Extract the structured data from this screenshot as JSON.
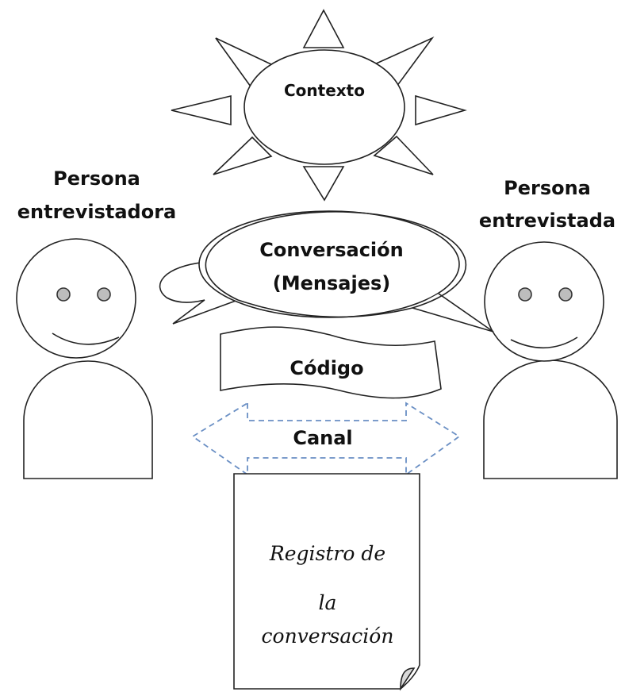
{
  "labels": {
    "context": "Contexto",
    "interviewer": [
      "Persona",
      "entrevistadora"
    ],
    "interviewee": [
      "Persona",
      "entrevistada"
    ],
    "conversation": [
      "Conversación",
      "(Mensajes)"
    ],
    "code": "Código",
    "channel": "Canal",
    "record": [
      "Registro de",
      "la",
      "conversación"
    ]
  },
  "colors": {
    "outline": "#222222",
    "eye_fill": "#bdbdbd",
    "channel_dash": "#6a8fc4"
  }
}
